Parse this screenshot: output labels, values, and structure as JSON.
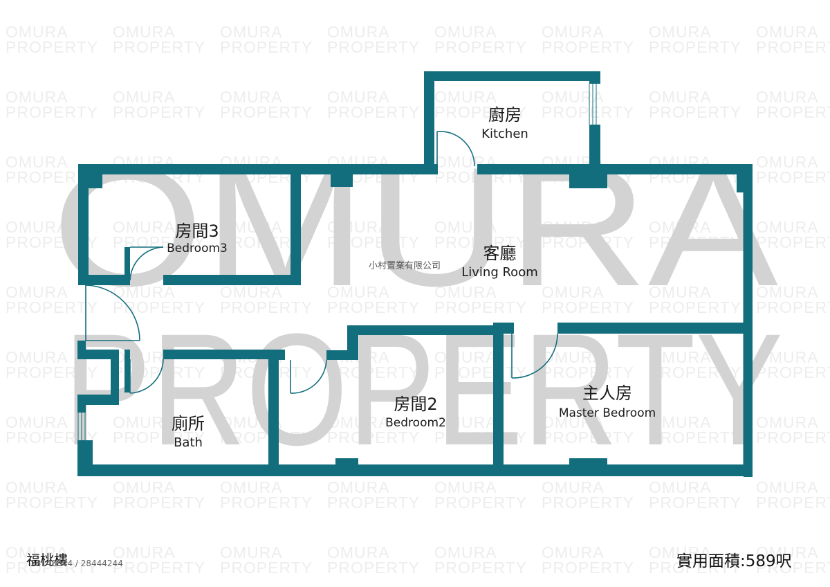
{
  "watermark": {
    "tile_line1": "OMURA",
    "tile_line2": "PROPERTY",
    "big_line1": "OMURA",
    "big_line2": "PROPERTY"
  },
  "company_name": "小村置業有限公司",
  "rooms": {
    "kitchen": {
      "cn": "廚房",
      "en": "Kitchen"
    },
    "bedroom3": {
      "cn": "房間3",
      "en": "Bedroom3"
    },
    "living": {
      "cn": "客廳",
      "en": "Living Room"
    },
    "bath": {
      "cn": "廁所",
      "en": "Bath"
    },
    "bedroom2": {
      "cn": "房間2",
      "en": "Bedroom2"
    },
    "master": {
      "cn": "主人房",
      "en": "Master Bedroom"
    }
  },
  "footer": {
    "building": "福桃樓",
    "phone": "28148844 / 28444244",
    "area": "實用面積:589呎"
  },
  "colors": {
    "wall": "#126e7d",
    "big_watermark": "#d3d3d3",
    "tile_watermark": "#ededed"
  }
}
